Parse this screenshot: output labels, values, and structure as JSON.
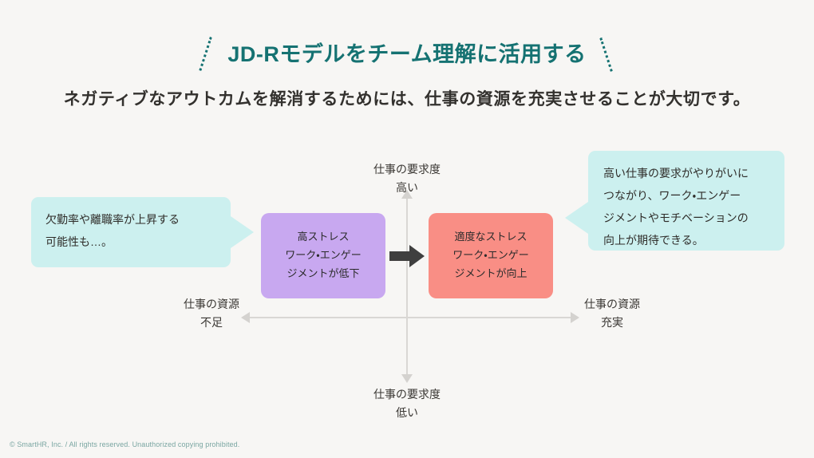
{
  "slide": {
    "background_color": "#f7f6f4",
    "title": "JD-Rモデルをチーム理解に活用する",
    "title_color": "#157272",
    "subtitle": "ネガティブなアウトカムを解消するためには、仕事の資源を充実させることが大切です。"
  },
  "chart_data": {
    "type": "scatter",
    "title": "JD-Rモデルをチーム理解に活用する",
    "xlabel": "仕事の資源",
    "ylabel": "仕事の要求度",
    "grid": false,
    "legend_position": "none",
    "axes": {
      "y_top": {
        "line1": "仕事の要求度",
        "line2": "高い"
      },
      "y_bottom": {
        "line1": "仕事の要求度",
        "line2": "低い"
      },
      "x_left": {
        "line1": "仕事の資源",
        "line2": "不足"
      },
      "x_right": {
        "line1": "仕事の資源",
        "line2": "充実"
      }
    },
    "quadrant_boxes": [
      {
        "id": "high-stress",
        "color": "#c8a8f0",
        "quadrant": "top-left",
        "lines": [
          "高ストレス",
          "ワーク・エンゲー",
          "ジメントが低下"
        ]
      },
      {
        "id": "moderate-stress",
        "color": "#f98e85",
        "quadrant": "top-right",
        "lines": [
          "適度なストレス",
          "ワーク・エンゲー",
          "ジメントが向上"
        ]
      }
    ],
    "transition_arrow": {
      "direction": "right",
      "color": "#3f3f3f",
      "from": "high-stress",
      "to": "moderate-stress"
    },
    "annotations": [
      {
        "id": "left-callout",
        "color": "#ccf0ef",
        "pointer": "right",
        "lines": [
          "欠勤率や離職率が上昇する",
          "可能性も…。"
        ]
      },
      {
        "id": "right-callout",
        "color": "#ccf0ef",
        "pointer": "left",
        "lines": [
          "高い仕事の要求がやりがいに",
          "つながり、ワーク・エンゲー",
          "ジメントやモチベーションの",
          "向上が期待できる。"
        ]
      }
    ]
  },
  "footer": {
    "copyright": "© SmartHR, Inc. / All rights reserved. Unauthorized copying prohibited."
  }
}
